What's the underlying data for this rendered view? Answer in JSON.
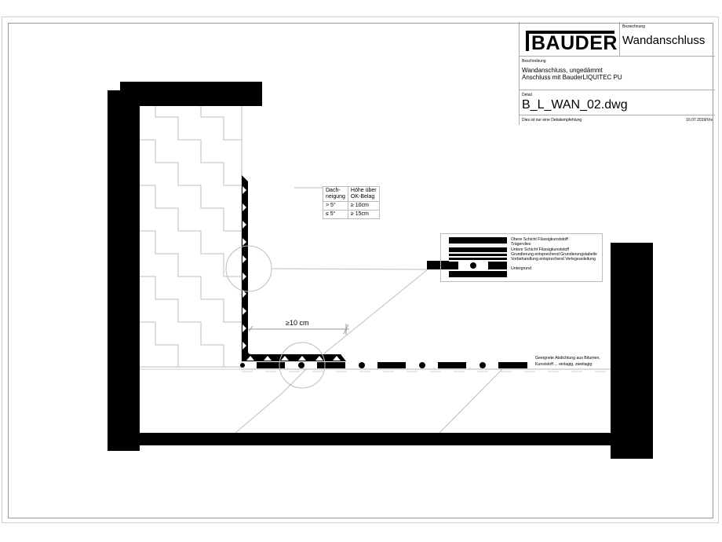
{
  "title_block": {
    "logo_text": "BAUDER",
    "bezeichnung_label": "Bezeichnung",
    "bezeichnung_value": "Wandanschluss",
    "beschreibung_label": "Beschreibung",
    "beschreibung_line1": "Wandanschluss, ungedämmt",
    "beschreibung_line2": "Anschluss mit BauderLIQUITEC PU",
    "detail_label": "Detail",
    "detail_value": "B_L_WAN_02.dwg",
    "footer_note": "Dies ist nur eine Detailempfehlung",
    "footer_date": "16.07.2019/Vrs"
  },
  "height_table": {
    "header": [
      "Dach-\nneigung",
      "Höhe über\nOK-Belag"
    ],
    "header_col1_line1": "Dach-",
    "header_col1_line2": "neigung",
    "header_col2_line1": "Höhe über",
    "header_col2_line2": "OK-Belag",
    "rows": [
      {
        "slope": "> 5°",
        "height": "≥ 10cm"
      },
      {
        "slope": "≤ 5°",
        "height": "≥ 15cm"
      }
    ]
  },
  "layer_legend": [
    "Obere Schicht Flüssigkunststoff",
    "Trägervlies",
    "Untere Schicht Flüssigkunststoff",
    "Grundierung entsprechend Grundierungstabelle",
    "Vorbehandlung entsprechend Verlegeanleitung",
    "Untergrund"
  ],
  "dimension_label": "≥10 cm",
  "existing_waterproofing_note": {
    "line1": "Geeignete Abdichtung aus Bitumen,",
    "line2": "Kunststoff ... einlagig, zweilagig"
  },
  "colors": {
    "solid": "#000000",
    "thin_line": "#b5b5b5",
    "border": "#9a9a9a"
  }
}
